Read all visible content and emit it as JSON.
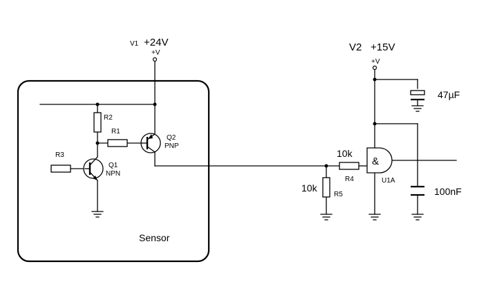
{
  "sources": {
    "v1": {
      "ref": "V1",
      "value": "+24V",
      "symbol": "+V"
    },
    "v2": {
      "ref": "V2",
      "value": "+15V",
      "symbol": "+V"
    }
  },
  "sensor_box": {
    "label": "Sensor"
  },
  "components": {
    "r1": {
      "ref": "R1"
    },
    "r2": {
      "ref": "R2"
    },
    "r3": {
      "ref": "R3"
    },
    "r4": {
      "ref": "R4",
      "value": "10k"
    },
    "r5": {
      "ref": "R5",
      "value": "10k"
    },
    "q1": {
      "ref": "Q1",
      "type": "NPN"
    },
    "q2": {
      "ref": "Q2",
      "type": "PNP"
    },
    "u1": {
      "ref": "U1A",
      "symbol": "&"
    },
    "c_electrolytic": {
      "value": "47µF"
    },
    "c_ceramic": {
      "value": "100nF"
    }
  }
}
